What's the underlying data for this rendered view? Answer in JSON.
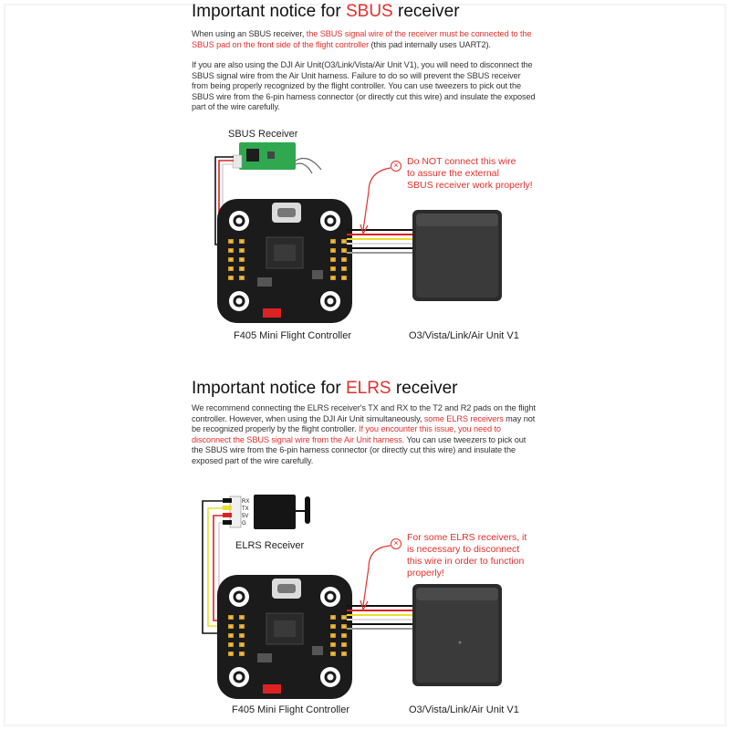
{
  "sbus_section": {
    "title_prefix": "Important notice for ",
    "title_accent": "SBUS",
    "title_suffix": " receiver",
    "para1_normal1": "When using an SBUS receiver, ",
    "para1_red": "the SBUS signal wire of the receiver must be connected to the SBUS pad on the front side of the flight controller",
    "para1_normal2": " (this pad internally uses UART2).",
    "para2": "If you are also using the DJI Air Unit(O3/Link/Vista/Air Unit V1), you will need to disconnect the SBUS signal wire from the Air Unit harness. Failure to do so will prevent the SBUS receiver from being properly recognized by the flight controller. You can use tweezers to pick out the SBUS wire from the 6-pin harness connector (or directly cut this wire) and insulate the exposed part of the wire carefully.",
    "receiver_label": "SBUS Receiver",
    "warning": "Do NOT connect this wire\nto assure the external\nSBUS receiver work properly!",
    "fc_label": "F405 Mini Flight Controller",
    "air_unit_label": "O3/Vista/Link/Air Unit V1"
  },
  "elrs_section": {
    "title_prefix": "Important notice for ",
    "title_accent": "ELRS",
    "title_suffix": " receiver",
    "para_normal1": "We recommend connecting the ELRS receiver's TX and RX to the T2 and R2 pads on the flight controller. However, when using the DJI Air Unit simultaneously, ",
    "para_red1": "some ELRS receivers",
    "para_normal2": " may not be recognized properly by the flight controller. ",
    "para_red2": "If you encounter this issue, you need to disconnect the SBUS signal wire from the Air Unit harness.",
    "para_normal3": " You can use tweezers to pick out the SBUS wire from the 6-pin harness connector (or directly cut this wire) and insulate the exposed part of the wire carefully.",
    "receiver_label": "ELRS Receiver",
    "pins": [
      "RX",
      "TX",
      "5V",
      "G"
    ],
    "warning": "For some ELRS receivers, it\nis necessary to disconnect\nthis wire in order to function\nproperly!",
    "fc_label": "F405 Mini Flight Controller",
    "air_unit_label": "O3/Vista/Link/Air Unit V1"
  },
  "icons": [
    "warning-x-icon",
    "usb-c-port-icon",
    "antenna-icon"
  ],
  "colors": {
    "accent": "#e0302c",
    "board": "#1b1b1b",
    "text": "#222222"
  }
}
